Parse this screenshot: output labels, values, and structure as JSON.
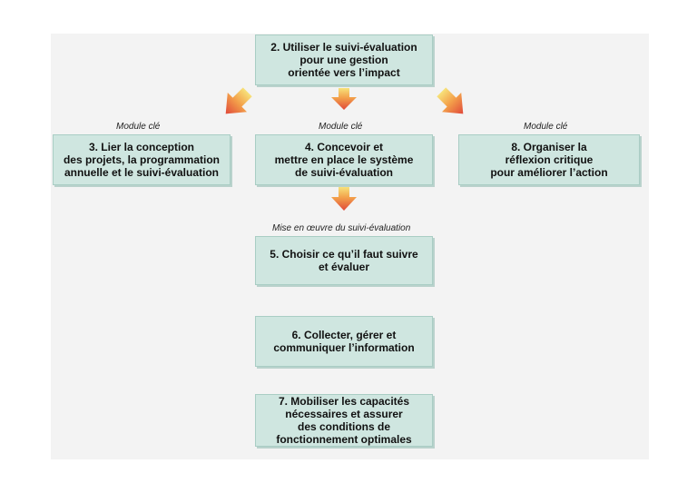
{
  "boxes": {
    "b2": "2. Utiliser le suivi-évaluation\npour une gestion\norientée vers l’impact",
    "b3": "3. Lier la conception\ndes projets, la programmation\nannuelle et le suivi-évaluation",
    "b4": "4. Concevoir et\nmettre en place le système\nde suivi-évaluation",
    "b8": "8. Organiser la\nréflexion critique\npour améliorer l’action",
    "b5": "5. Choisir ce qu’il faut suivre\net évaluer",
    "b6": "6. Collecter, gérer et\ncommuniquer l’information",
    "b7": "7. Mobiliser les capacités\nnécessaires et assurer\ndes conditions de\nfonctionnement optimales"
  },
  "labels": {
    "module_left": "Module clé",
    "module_center": "Module clé",
    "module_right": "Module clé",
    "mise_en_oeuvre": "Mise en œuvre du suivi-évaluation"
  },
  "colors": {
    "box_fill": "#cfe6e0",
    "arrow_top": "#f7e27a",
    "arrow_bottom": "#e0483a"
  }
}
